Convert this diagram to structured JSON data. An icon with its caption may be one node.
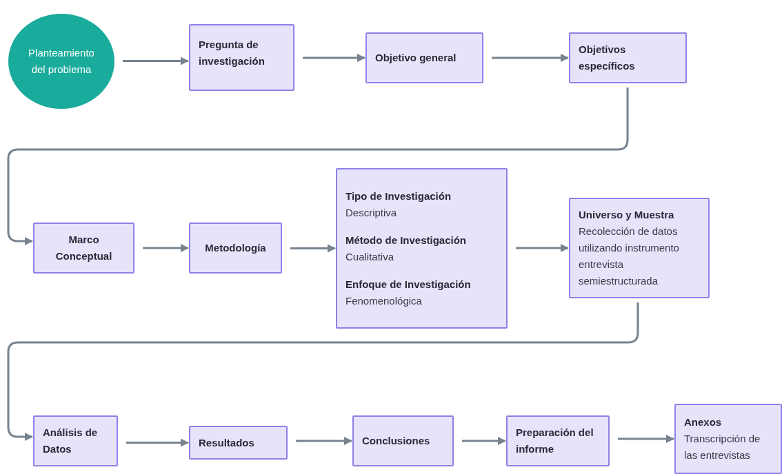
{
  "diagram": {
    "nodes": [
      {
        "text": [
          "Planteamiento del problema"
        ]
      },
      {
        "text": [
          "Pregunta de investigación"
        ]
      },
      {
        "text": [
          "Objetivo general"
        ]
      },
      {
        "text": [
          "Objetivos específicos"
        ]
      },
      {
        "text": [
          "Marco Conceptual"
        ]
      },
      {
        "text": [
          "Metodología"
        ]
      },
      {
        "text": [
          "Tipo de Investigación",
          "Descriptiva",
          "Método  de Investigación",
          "Cualitativa",
          "Enfoque de Investigación",
          "Fenomenológica"
        ]
      },
      {
        "text": [
          "Universo y Muestra",
          "Recolección de datos utilizando instrumento entrevista semiestructurada"
        ]
      },
      {
        "text": [
          "Análisis de Datos"
        ]
      },
      {
        "text": [
          "Resultados"
        ]
      },
      {
        "text": [
          "Conclusiones"
        ]
      },
      {
        "text": [
          "Preparación del informe"
        ]
      },
      {
        "text": [
          "Anexos",
          "Transcripción de las entrevistas"
        ]
      }
    ],
    "edges": [
      {
        "from": 0,
        "to": 1,
        "arrow": "to"
      },
      {
        "from": 1,
        "to": 2,
        "arrow": "to"
      },
      {
        "from": 2,
        "to": 3,
        "arrow": "to"
      },
      {
        "from": 3,
        "to": 4,
        "arrow": "to"
      },
      {
        "from": 4,
        "to": 5,
        "arrow": "to"
      },
      {
        "from": 5,
        "to": 6,
        "arrow": "to"
      },
      {
        "from": 6,
        "to": 7,
        "arrow": "to"
      },
      {
        "from": 7,
        "to": 8,
        "arrow": "to"
      },
      {
        "from": 8,
        "to": 9,
        "arrow": "to"
      },
      {
        "from": 9,
        "to": 10,
        "arrow": "to"
      },
      {
        "from": 10,
        "to": 11,
        "arrow": "to"
      },
      {
        "from": 11,
        "to": 12,
        "arrow": "to"
      }
    ]
  }
}
